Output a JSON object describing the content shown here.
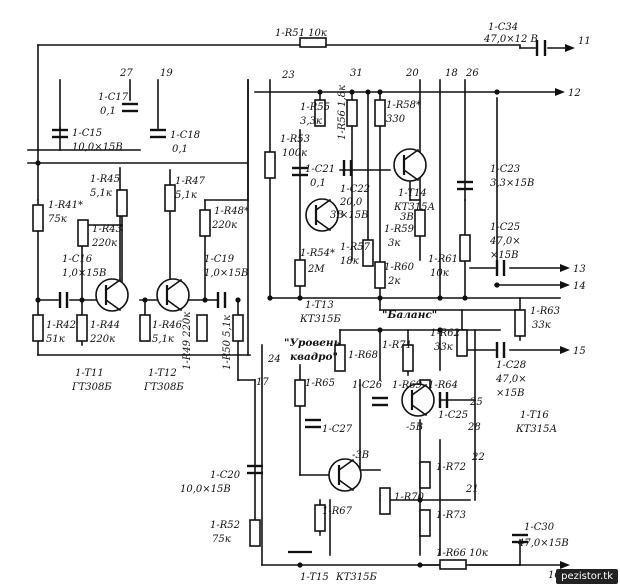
{
  "watermark": "pezistor.tk",
  "terminals": {
    "t11": "11",
    "t12": "12",
    "t13": "13",
    "t14": "14",
    "t15": "15",
    "t16": "16",
    "j17": "17",
    "j18": "18",
    "j19": "19",
    "j20": "20",
    "j21": "21",
    "j22": "22",
    "j23": "23",
    "j24": "24",
    "j25": "25",
    "j26": "26",
    "j27": "27",
    "j28": "28"
  },
  "components": {
    "r51": "1-R51 10к",
    "c34a": "1-C34",
    "c34b": "47,0×12 В",
    "c17": "1-C17",
    "c17v": "0,1",
    "c18": "1-C18",
    "c18v": "0,1",
    "c15": "1-C15",
    "c15v": "10,0×15В",
    "r41": "1-R41*",
    "r41v": "75к",
    "r45": "1-R45",
    "r45v": "5,1к",
    "r43": "1-R43",
    "r43v": "220к",
    "r47": "1-R47",
    "r47v": "5,1к",
    "r48": "1-R48*",
    "r48v": "220к",
    "c16": "1-C16",
    "c16v": "1,0×15В",
    "c19": "1-C19",
    "c19v": "1,0×15В",
    "r42": "1-R42",
    "r42v": "51к",
    "r44": "1-R44",
    "r44v": "220к",
    "r46": "1-R46",
    "r46v": "5,1к",
    "r49": "1-R49 220к",
    "r50": "1-R50 5,1к",
    "t11": "1-T11",
    "t11v": "ГТ308Б",
    "t12": "1-T12",
    "t12v": "ГТ308Б",
    "r55": "1-R55",
    "r55v": "3,3к",
    "r56": "1-R56 1,8к",
    "r58": "1-R58*",
    "r58v": "330",
    "r53": "1-R53",
    "r53v": "100к",
    "c21": "1-C21",
    "c21v": "0,1",
    "c22": "1-C22",
    "c22v": "20,0",
    "c22w": "×15В",
    "t14": "1-T14",
    "t14v": "КТ315А",
    "c23": "1-C23",
    "c23v": "3,3×15В",
    "r54": "1-R54*",
    "r54v": "2М",
    "r57": "1-R57",
    "r57v": "18к",
    "r59": "1-R59",
    "r59v": "3к",
    "r60": "1-R60",
    "r60v": "2к",
    "r61": "1-R61",
    "r61v": "10к",
    "c25": "1-C25",
    "c25v": "47,0×",
    "c25w": "×15В",
    "t13": "1-T13",
    "t13v": "КТ315Б",
    "balans": "\"Баланс\"",
    "r62": "1-R62",
    "r62v": "33к",
    "r63": "1-R63",
    "r63v": "33к",
    "level1": "\"Уровень",
    "level2": "квадро\"",
    "r68": "1-R68",
    "r71": "1-R71",
    "c28": "1-C28",
    "c28v": "47,0×",
    "c28w": "×15В",
    "r65": "1-R65",
    "c26": "1-C26",
    "r69": "1-R69",
    "r64": "1-R64",
    "c25b": "1-C25",
    "t16": "1-T16",
    "t16v": "КТ315А",
    "c27": "1-C27",
    "m3v": "-3В",
    "m5v": "-5В",
    "r72": "1-R72",
    "r70": "1-R70",
    "r73": "1-R73",
    "c20": "1-C20",
    "c20v": "10,0×15В",
    "r67": "1-R67",
    "r52": "1-R52",
    "r52v": "75к",
    "r66": "1-R66 10к",
    "c30": "1-C30",
    "c30v": "47,0×15В",
    "t15": "1-T15",
    "t15v": "КТ315Б",
    "v3": "3В",
    "v3b": "3В"
  }
}
